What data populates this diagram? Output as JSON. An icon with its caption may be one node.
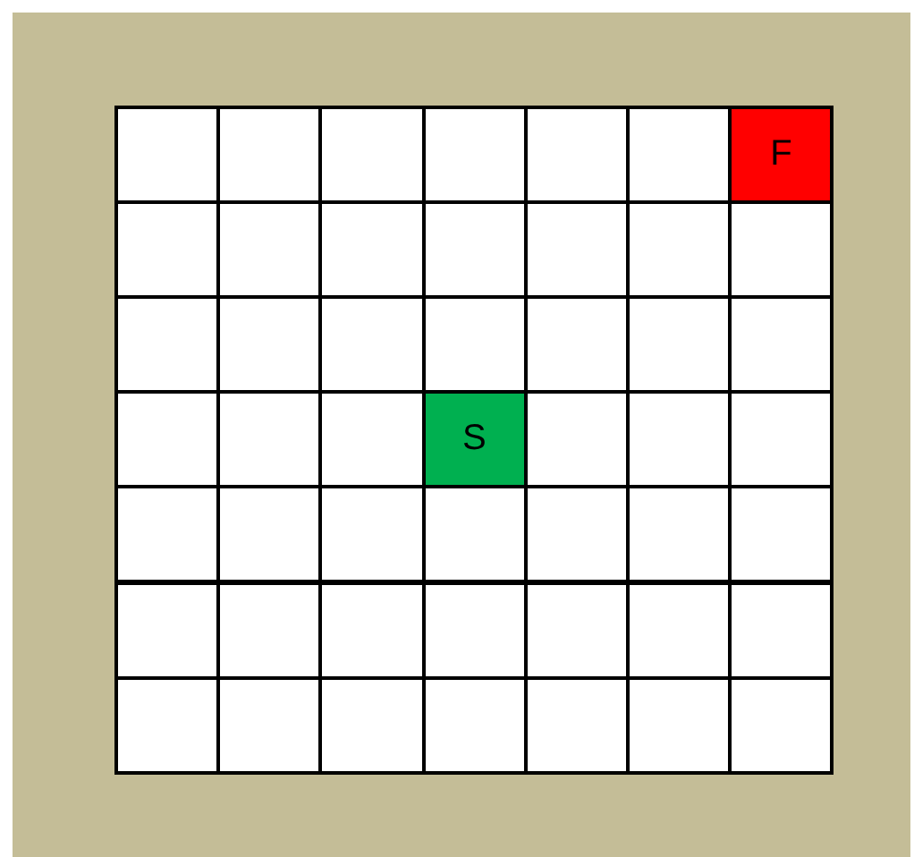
{
  "diagram": {
    "nodes": [
      {
        "text": [],
        "shape": "box"
      },
      {
        "text": [],
        "shape": "box"
      },
      {
        "text": [],
        "shape": "box"
      },
      {
        "text": [],
        "shape": "box"
      },
      {
        "text": [],
        "shape": "box"
      },
      {
        "text": [],
        "shape": "box"
      },
      {
        "text": [
          "F"
        ]
      },
      {
        "text": [],
        "shape": "box"
      },
      {
        "text": [],
        "shape": "box"
      },
      {
        "text": [],
        "shape": "box"
      },
      {
        "text": [],
        "shape": "box"
      },
      {
        "text": [],
        "shape": "box"
      },
      {
        "text": [],
        "shape": "box"
      },
      {
        "text": [],
        "shape": "box"
      },
      {
        "text": [],
        "shape": "box"
      },
      {
        "text": [],
        "shape": "box"
      },
      {
        "text": [],
        "shape": "box"
      },
      {
        "text": [],
        "shape": "box"
      },
      {
        "text": [],
        "shape": "box"
      },
      {
        "text": [],
        "shape": "box"
      },
      {
        "text": [],
        "shape": "box"
      },
      {
        "text": [],
        "shape": "box"
      },
      {
        "text": [],
        "shape": "box"
      },
      {
        "text": [],
        "shape": "box"
      },
      {
        "text": [
          "S"
        ]
      },
      {
        "text": [],
        "shape": "box"
      },
      {
        "text": [],
        "shape": "box"
      },
      {
        "text": [],
        "shape": "box"
      },
      {
        "text": [],
        "shape": "box"
      },
      {
        "text": [],
        "shape": "box"
      },
      {
        "text": [],
        "shape": "box"
      },
      {
        "text": [],
        "shape": "box"
      },
      {
        "text": [],
        "shape": "box"
      },
      {
        "text": [],
        "shape": "box"
      },
      {
        "text": [],
        "shape": "box"
      },
      {
        "text": [],
        "shape": "box"
      },
      {
        "text": [],
        "shape": "box"
      },
      {
        "text": [],
        "shape": "box"
      },
      {
        "text": [],
        "shape": "box"
      },
      {
        "text": [],
        "shape": "box"
      },
      {
        "text": [],
        "shape": "box"
      },
      {
        "text": [],
        "shape": "box"
      },
      {
        "text": [],
        "shape": "box"
      },
      {
        "text": [],
        "shape": "box"
      },
      {
        "text": [],
        "shape": "box"
      },
      {
        "text": [],
        "shape": "box"
      },
      {
        "text": [],
        "shape": "box"
      },
      {
        "text": [],
        "shape": "box"
      },
      {
        "text": [],
        "shape": "box"
      }
    ]
  }
}
